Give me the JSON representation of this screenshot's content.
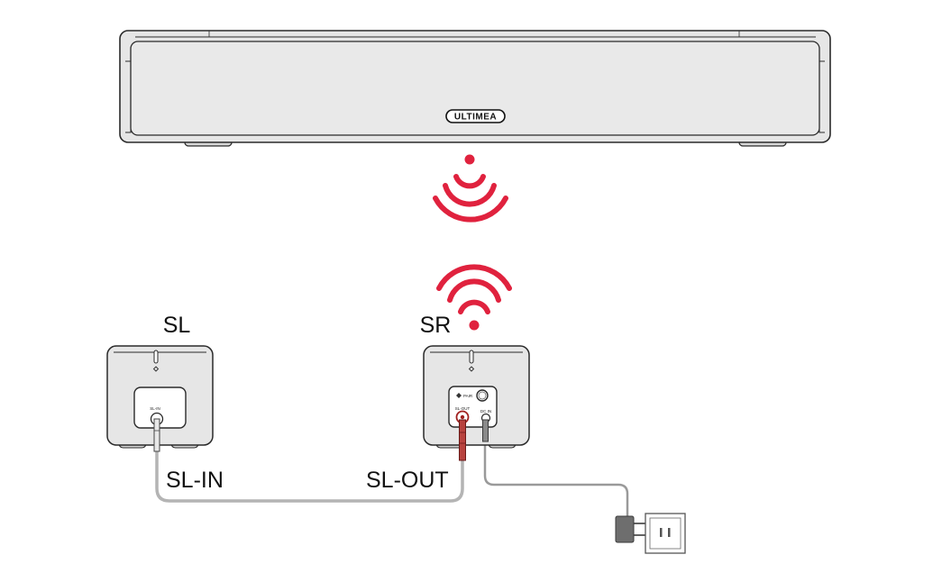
{
  "soundbar": {
    "brand": "ULTIMEA"
  },
  "speakers": {
    "left": {
      "label": "SL",
      "port": "SL-IN"
    },
    "right": {
      "label": "SR",
      "port_out": "SL-OUT",
      "port_dc": "DC IN",
      "pair_button": "PAIR"
    }
  },
  "cables": {
    "sl_in": "SL-IN",
    "sl_out": "SL-OUT"
  },
  "colors": {
    "wireless": "#e0223e",
    "outline": "#2a2a2a",
    "body": "#e6e6e6",
    "cable": "#b4b4b4",
    "rca_red": "#a0201f",
    "adapter": "#6e6e6e"
  }
}
